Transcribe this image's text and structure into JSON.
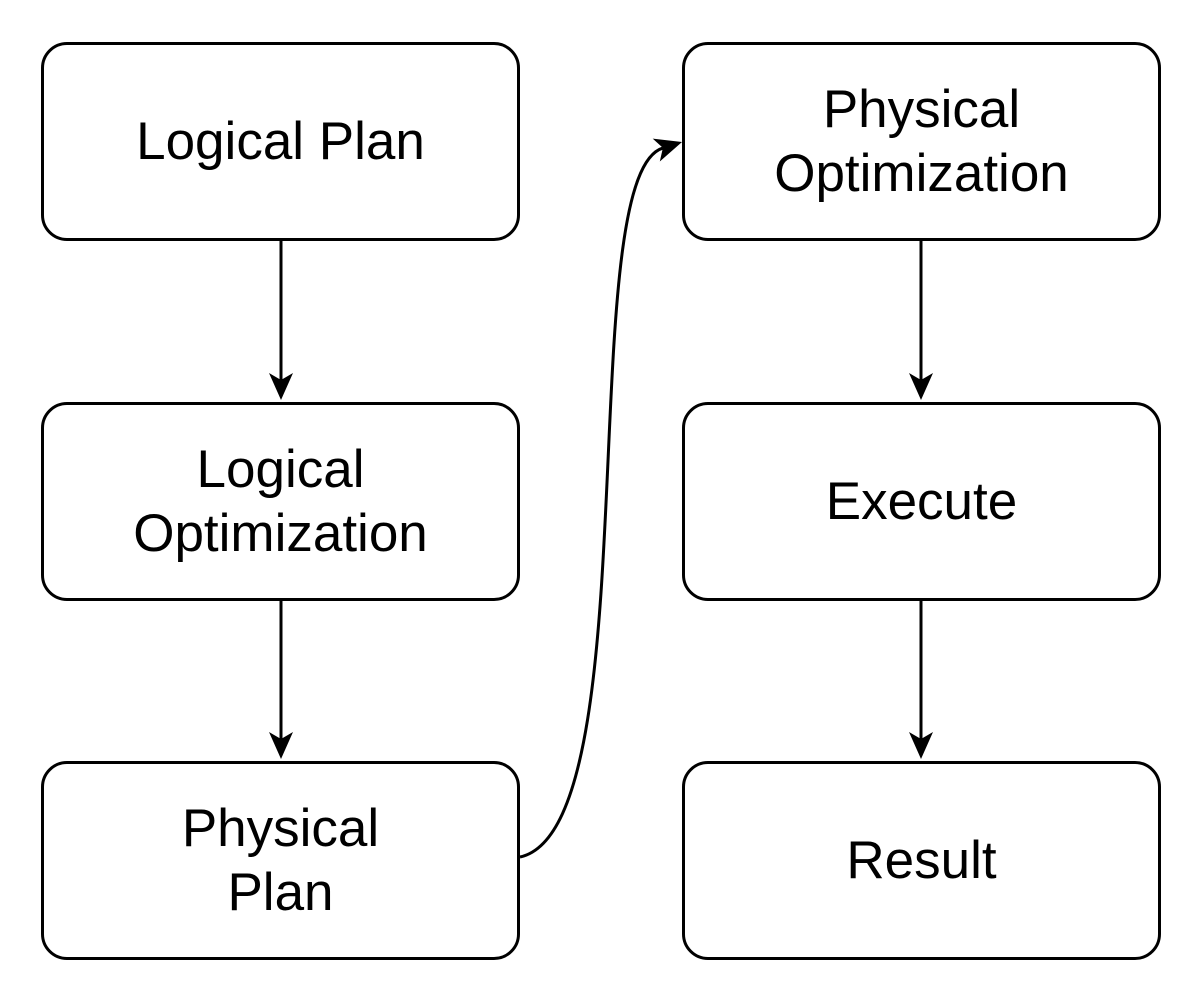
{
  "diagram": {
    "background_color": "#ffffff",
    "node_fill_color": "#ffffff",
    "stroke_color": "#000000",
    "nodes": [
      {
        "id": "logical-plan",
        "label": "Logical Plan"
      },
      {
        "id": "logical-optimization",
        "label": "Logical\nOptimization"
      },
      {
        "id": "physical-plan",
        "label": "Physical\nPlan"
      },
      {
        "id": "physical-optimization",
        "label": "Physical\nOptimization"
      },
      {
        "id": "execute",
        "label": "Execute"
      },
      {
        "id": "result",
        "label": "Result"
      }
    ],
    "edges": [
      {
        "from": "Logical Plan",
        "to": "Logical Optimization",
        "shape": "straight-down"
      },
      {
        "from": "Logical Optimization",
        "to": "Physical Plan",
        "shape": "straight-down"
      },
      {
        "from": "Physical Plan",
        "to": "Physical Optimization",
        "shape": "s-curve-right-up"
      },
      {
        "from": "Physical Optimization",
        "to": "Execute",
        "shape": "straight-down"
      },
      {
        "from": "Execute",
        "to": "Result",
        "shape": "straight-down"
      }
    ]
  }
}
